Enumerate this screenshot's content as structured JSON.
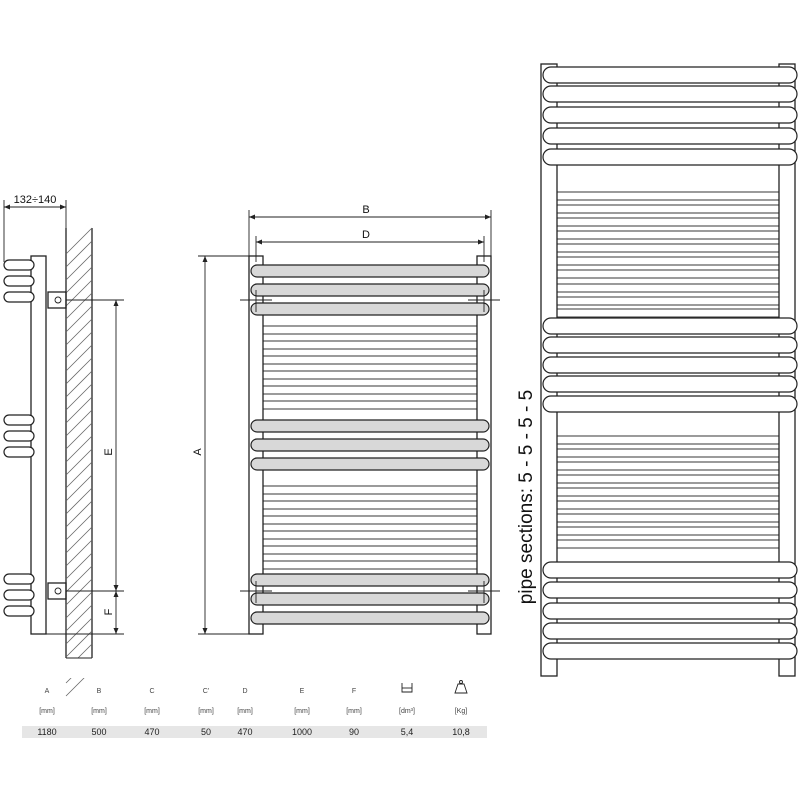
{
  "drawing": {
    "side_dim_label": "132÷140",
    "dim_labels": {
      "A": "A",
      "B": "B",
      "D": "D",
      "E": "E",
      "F": "F"
    },
    "pipe_sections_label": "pipe sections: 5 - 5 - 5 - 5",
    "pipe_sections": [
      5,
      5,
      5,
      5
    ]
  },
  "spec_table": {
    "columns": [
      {
        "key": "A",
        "header": "A",
        "unit": "[mm]",
        "value": "1180"
      },
      {
        "key": "B",
        "header": "B",
        "unit": "[mm]",
        "value": "500"
      },
      {
        "key": "C",
        "header": "C",
        "unit": "[mm]",
        "value": "470"
      },
      {
        "key": "C'",
        "header": "C'",
        "unit": "[mm]",
        "value": "50"
      },
      {
        "key": "D",
        "header": "D",
        "unit": "[mm]",
        "value": "470"
      },
      {
        "key": "E",
        "header": "E",
        "unit": "[mm]",
        "value": "1000"
      },
      {
        "key": "F",
        "header": "F",
        "unit": "[mm]",
        "value": "90"
      },
      {
        "key": "volume",
        "header": "",
        "icon": "water-volume-icon",
        "unit": "[dm³]",
        "value": "5,4"
      },
      {
        "key": "weight",
        "header": "",
        "icon": "weight-icon",
        "unit": "[Kg]",
        "value": "10,8"
      }
    ]
  }
}
